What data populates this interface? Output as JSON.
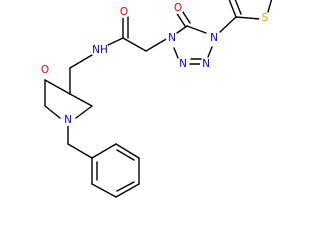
{
  "molecule": {
    "atoms": {
      "morpholine_O": "O",
      "morpholine_N": "N",
      "amide_NH": "NH",
      "amide_O": "O",
      "tetrazolone_O": "O",
      "tetrazole_N1": "N",
      "tetrazole_N2": "N",
      "tetrazole_N3": "N",
      "tetrazole_N4": "N",
      "thiophene_S": "S"
    },
    "colors": {
      "bond": "#000000",
      "nitrogen": "#0000ff",
      "oxygen": "#ff0000",
      "sulfur": "#b8b800"
    }
  }
}
